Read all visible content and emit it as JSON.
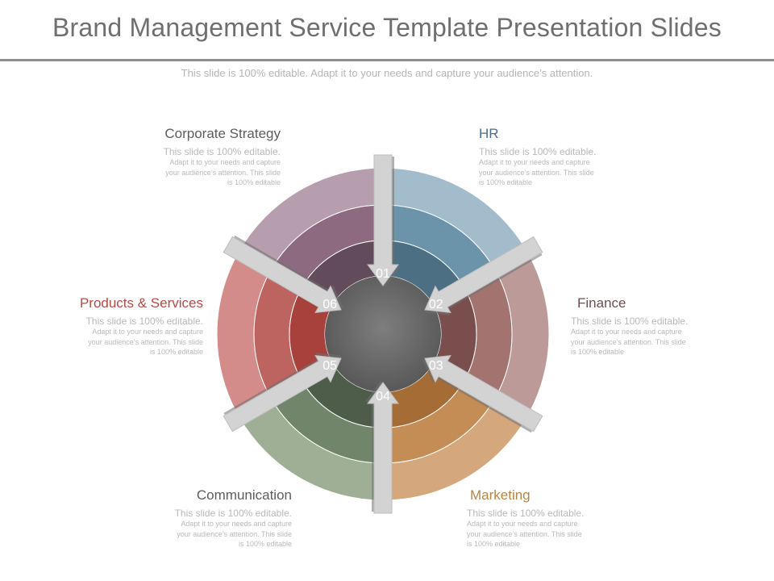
{
  "title": "Brand Management Service Template Presentation Slides",
  "subtitle": "This slide is 100% editable. Adapt it to your needs and capture your audience’s attention.",
  "segments": [
    {
      "num": "01",
      "title": "HR",
      "title_color": "#4e6c86",
      "line1": "This slide is 100% editable.",
      "line2": "Adapt it to your needs and capture",
      "line3": "your audience’s attention. This slide",
      "line4": "is 100% editable",
      "colors": [
        "#a3bccb",
        "#6b94ab",
        "#4d6f84"
      ]
    },
    {
      "num": "02",
      "title": "Finance",
      "title_color": "#6a5050",
      "line1": "This slide is 100% editable.",
      "line2": "Adapt it to your needs and capture",
      "line3": "your audience’s attention. This slide",
      "line4": "is 100% editable",
      "colors": [
        "#bc9a98",
        "#a37370",
        "#7a4e4c"
      ]
    },
    {
      "num": "03",
      "title": "Marketing",
      "title_color": "#b48549",
      "line1": "This slide is 100% editable.",
      "line2": "Adapt it to your needs and capture",
      "line3": "your audience’s attention. This slide",
      "line4": "is 100% editable",
      "colors": [
        "#d4a77d",
        "#c48d55",
        "#a66c35"
      ]
    },
    {
      "num": "04",
      "title": "Communication",
      "title_color": "#5c5c5c",
      "line1": "This slide is 100% editable.",
      "line2": "Adapt it to your needs and capture",
      "line3": "your audience’s attention. This slide",
      "line4": "is 100% editable",
      "colors": [
        "#9faf95",
        "#71856a",
        "#4d5d49"
      ]
    },
    {
      "num": "05",
      "title": "Products & Services",
      "title_color": "#b54a46",
      "line1": "This slide is 100% editable.",
      "line2": "Adapt it to your needs and capture",
      "line3": "your audience’s attention. This slide",
      "line4": "is 100% editable",
      "colors": [
        "#d38c8a",
        "#bd6360",
        "#a8403c"
      ]
    },
    {
      "num": "06",
      "title": "Corporate Strategy",
      "title_color": "#5c5c5c",
      "line1": "This slide is 100% editable.",
      "line2": "Adapt it to your needs and capture",
      "line3": "your audience’s attention. This slide",
      "line4": "is 100% editable",
      "colors": [
        "#b79eae",
        "#8d6a80",
        "#624b5b"
      ]
    }
  ],
  "center_color": "#646464"
}
